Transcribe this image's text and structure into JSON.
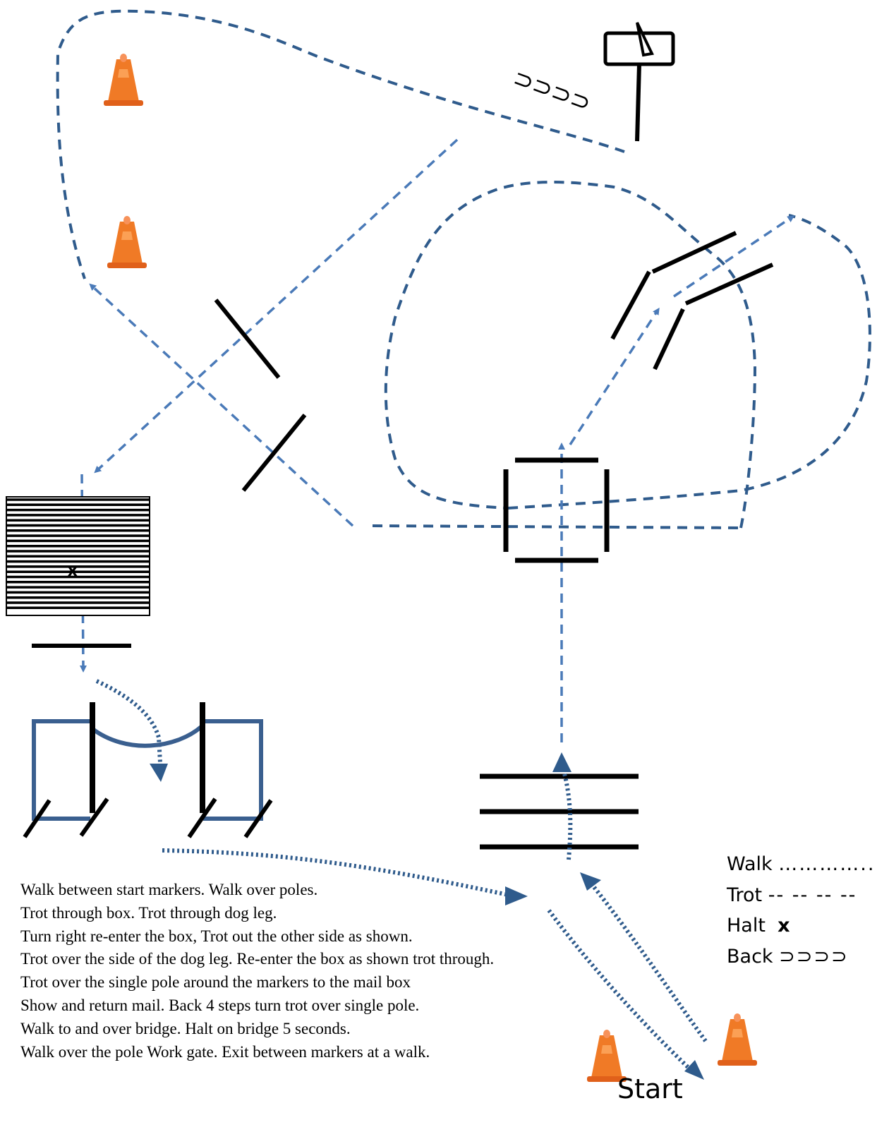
{
  "instructions": [
    "Walk between start markers. Walk over poles.",
    "Trot through box. Trot through dog leg.",
    "Turn right re-enter the box, Trot out the other side as shown.",
    "Trot over the side of the dog leg. Re-enter the box as shown trot through.",
    "Trot over the single pole around the markers to the mail box",
    "Show and return mail. Back 4 steps turn trot over single pole.",
    "Walk to and over bridge. Halt on bridge 5 seconds.",
    "Walk over the pole Work gate. Exit between markers at a walk."
  ],
  "legend": {
    "walk_label": "Walk",
    "walk_symbol": "…………..",
    "trot_label": "Trot",
    "trot_symbol": "-- -- -- --",
    "halt_label": "Halt",
    "halt_symbol": "x",
    "back_label": "Back",
    "back_symbol": "⊃⊃⊃⊃"
  },
  "start_label": "Start",
  "bridge_halt_marker": "x",
  "backup_marks": "⊃⊃⊃⊃",
  "colors": {
    "path": "#2f5b8c",
    "trot": "#4a7ab8",
    "cone": "#f07a26",
    "obstacle": "#000000",
    "gate": "#3a5f8f"
  }
}
